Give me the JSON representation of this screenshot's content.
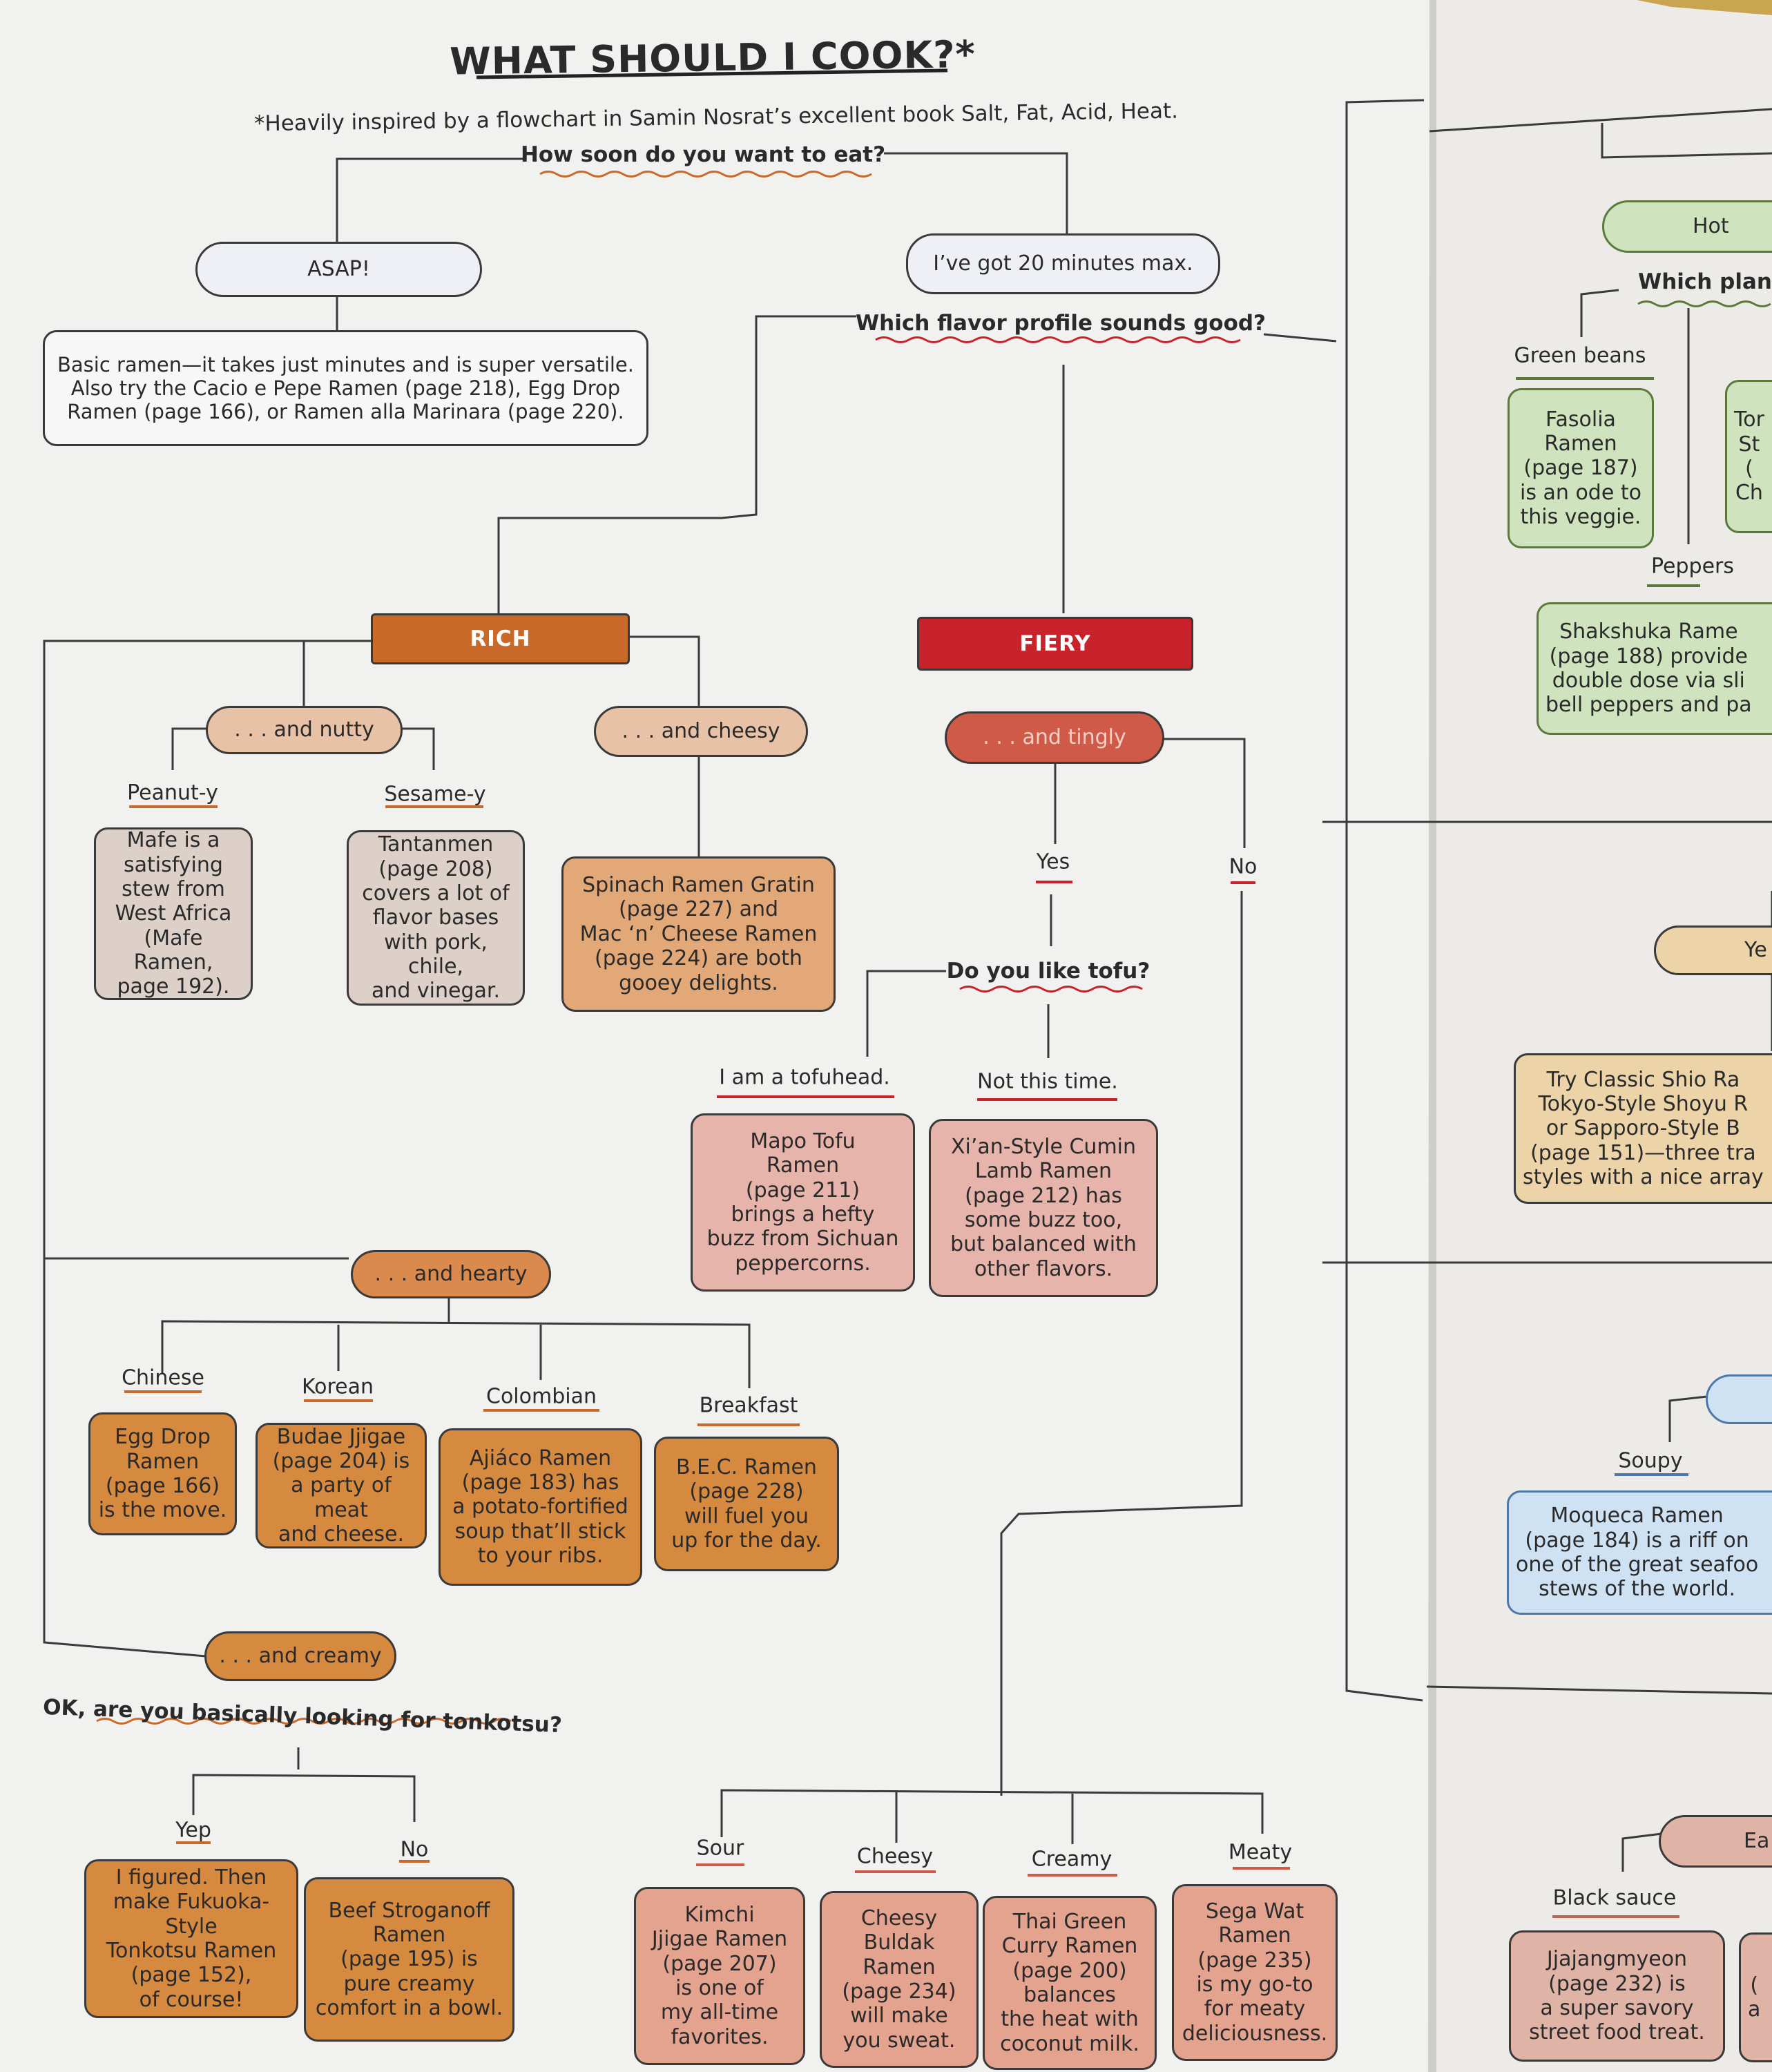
{
  "left_page": {
    "title": "WHAT SHOULD I COOK?*",
    "subtitle": "*Heavily inspired by a flowchart in Samin Nosrat’s excellent book Salt, Fat, Acid, Heat.",
    "q_soon": "How soon do you want to eat?",
    "asap": "ASAP!",
    "asap_result": "Basic ramen—it takes just minutes and is super versatile.\nAlso try the Cacio e Pepe Ramen (page 218), Egg Drop\nRamen (page 166), or Ramen alla Marinara (page 220).",
    "twenty": "I’ve got 20 minutes max.",
    "q_flavor": "Which flavor profile sounds good?",
    "rich": "RICH",
    "fiery": "FIERY",
    "nutty": ". . . and nutty",
    "cheesy": ". . . and cheesy",
    "tingly": ". . . and tingly",
    "hearty": ". . . and hearty",
    "creamy": ". . . and creamy",
    "peanut": "Peanut-y",
    "sesame": "Sesame-y",
    "mafe": "Mafe is a\nsatisfying\nstew from\nWest Africa\n(Mafe Ramen,\npage 192).",
    "tantanmen": "Tantanmen\n(page 208)\ncovers a lot of\nflavor bases\nwith pork, chile,\nand vinegar.",
    "spinach": "Spinach Ramen Gratin\n(page 227) and\nMac ‘n’ Cheese Ramen\n(page 224) are both\ngooey delights.",
    "yes": "Yes",
    "no_right": "No",
    "q_tofu": "Do you like tofu?",
    "tofuhead": "I am a tofuhead.",
    "not_this_time": "Not this time.",
    "mapo": "Mapo Tofu\nRamen\n(page 211)\nbrings a hefty\nbuzz from Sichuan\npeppercorns.",
    "xian": "Xi’an-Style Cumin\nLamb Ramen\n(page 212) has\nsome buzz too,\nbut balanced with\nother flavors.",
    "chinese": "Chinese",
    "korean": "Korean",
    "colombian": "Colombian",
    "breakfast": "Breakfast",
    "eggdrop": "Egg Drop\nRamen\n(page 166)\nis the move.",
    "budae": "Budae Jjigae\n(page 204) is\na party of meat\nand cheese.",
    "ajiaco": "Ajiáco Ramen\n(page 183) has\na potato-fortified\nsoup that’ll stick\nto your ribs.",
    "bec": "B.E.C. Ramen\n(page 228)\nwill fuel you\nup for the day.",
    "q_tonkotsu": "OK, are you basically looking for tonkotsu?",
    "yep": "Yep",
    "no_left": "No",
    "fukuoka": "I figured. Then\nmake Fukuoka-Style\nTonkotsu Ramen\n(page 152),\nof course!",
    "stroganoff": "Beef Stroganoff\nRamen\n(page 195) is\npure creamy\ncomfort in a bowl.",
    "sour": "Sour",
    "cheesy_lbl": "Cheesy",
    "creamy_lbl": "Creamy",
    "meaty": "Meaty",
    "kimchi": "Kimchi\nJjigae Ramen\n(page 207)\nis one of\nmy all-time\nfavorites.",
    "buldak": "Cheesy\nBuldak\nRamen\n(page 234)\nwill make\nyou sweat.",
    "thai": "Thai Green\nCurry Ramen\n(page 200)\nbalances\nthe heat with\ncoconut milk.",
    "sega": "Sega Wat\nRamen\n(page 235)\nis my go-to\nfor meaty\ndeliciousness."
  },
  "right_page": {
    "hot": "Hot",
    "q_plant": "Which plant",
    "green_beans": "Green beans",
    "fasolia": "Fasolia\nRamen\n(page 187)\nis an ode to\nthis veggie.",
    "tom_partial": "Tor\nSt\n(\nCh",
    "peppers": "Peppers",
    "shakshuka": "Shakshuka Rame\n(page 188) provide\ndouble dose via sli\nbell peppers and pa",
    "ye": "Ye",
    "classic": "Try Classic Shio Ra\nTokyo-Style Shoyu R\nor Sapporo-Style B\n(page 151)—three tra\nstyles with a nice array",
    "soupy": "Soupy",
    "moqueca": "Moqueca Ramen\n(page 184) is a riff on\none of the great seafoo\nstews of the world.",
    "ea": "Ea",
    "black_sauce": "Black sauce",
    "jjajang": "Jjajangmyeon\n(page 232) is\na super savory\nstreet food treat.",
    "partial_b": "(\na"
  }
}
